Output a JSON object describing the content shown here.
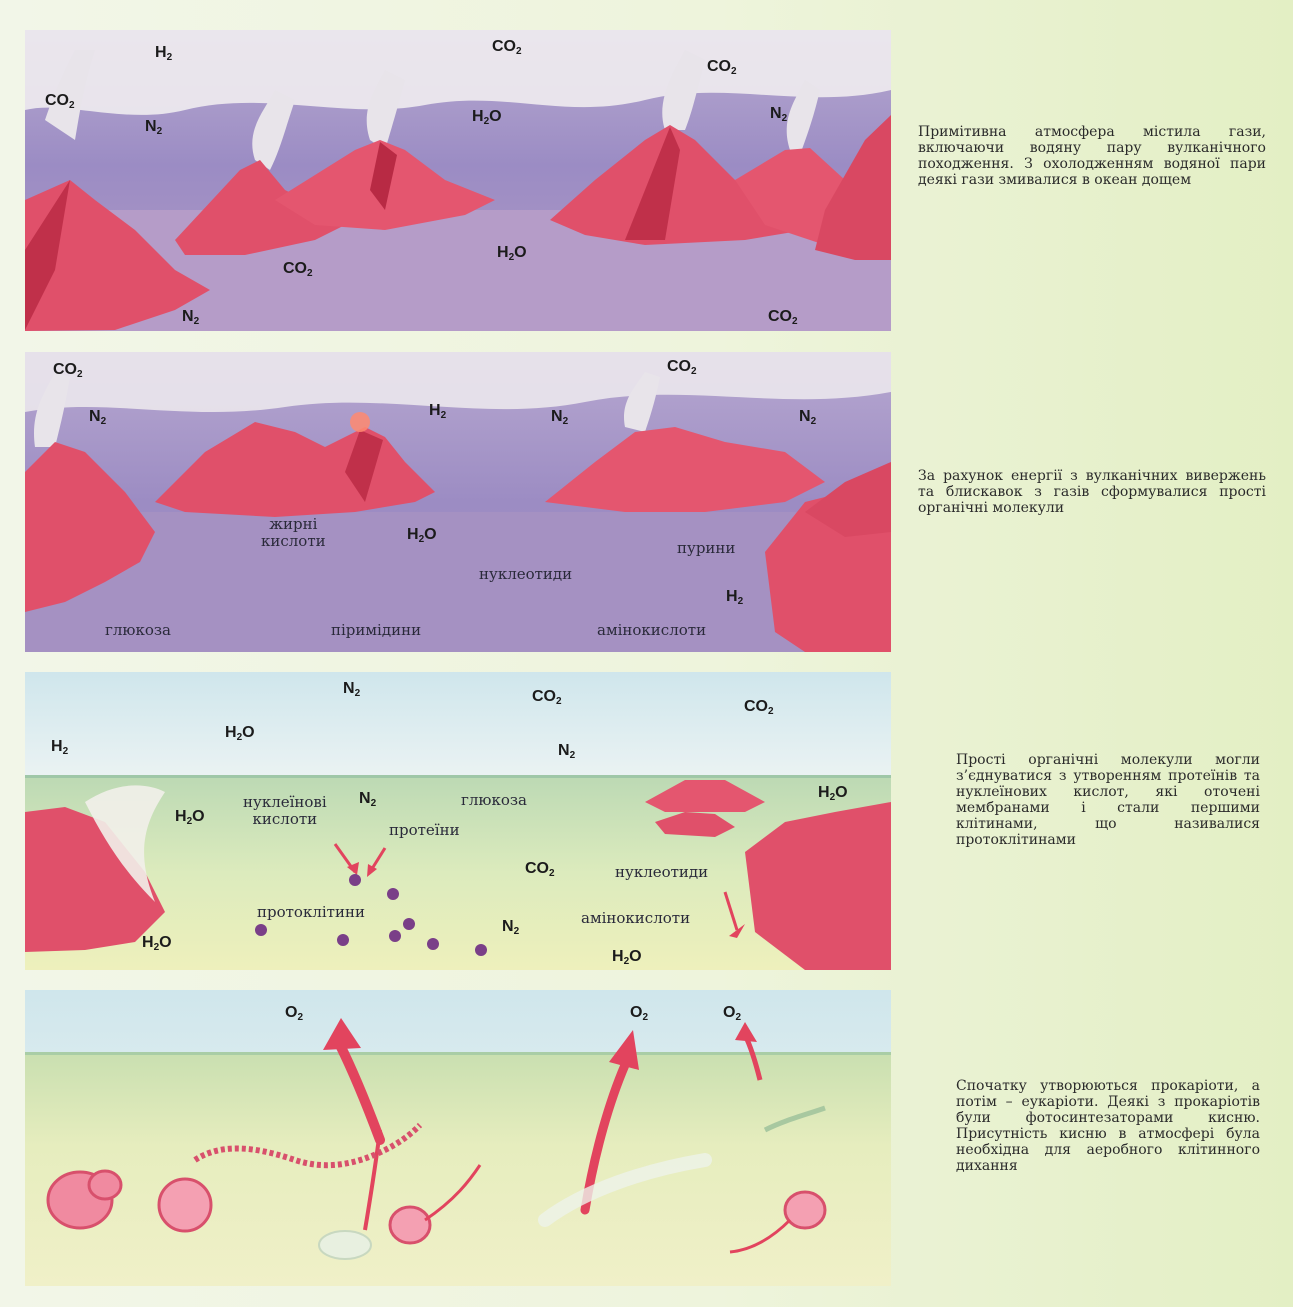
{
  "panels": [
    {
      "labels": {
        "h2": "H",
        "h2_sub": "2",
        "co2_top": "CO",
        "co2_top_sub": "2",
        "co2_left": "CO",
        "co2_left_sub": "2",
        "n2_left": "N",
        "n2_left_sub": "2",
        "h2o_mid": "H",
        "h2o_mid_sub": "2",
        "h2o_mid_o": "O",
        "co2_right": "CO",
        "co2_right_sub": "2",
        "n2_right": "N",
        "n2_right_sub": "2",
        "h2o_sea": "H",
        "h2o_sea_sub": "2",
        "h2o_sea_o": "O",
        "co2_sea": "CO",
        "co2_sea_sub": "2",
        "n2_bottom": "N",
        "n2_bottom_sub": "2",
        "co2_bottom": "CO",
        "co2_bottom_sub": "2"
      },
      "caption": "Примітивна атмосфера містила гази, включаючи водяну пару вулканічного походження. З охолодженням водяної пари деякі гази змивалися в океан дощем"
    },
    {
      "labels": {
        "co2_left": "CO",
        "co2_left_sub": "2",
        "co2_right": "CO",
        "co2_right_sub": "2",
        "n2_left": "N",
        "n2_left_sub": "2",
        "h2_mid": "H",
        "h2_mid_sub": "2",
        "n2_mid": "N",
        "n2_mid_sub": "2",
        "n2_right": "N",
        "n2_right_sub": "2",
        "h2o": "H",
        "h2o_sub": "2",
        "h2o_o": "O",
        "h2_bottom": "H",
        "h2_bottom_sub": "2",
        "fatty_acids_1": "жирні",
        "fatty_acids_2": "кислоти",
        "purines": "пурини",
        "nucleotides": "нуклеотиди",
        "glucose": "глюкоза",
        "pyrimidines": "піримідини",
        "amino_acids": "амінокислоти"
      },
      "caption": "За рахунок енергії з вулканічних вивержень та блискавок з газів сформувалися прості органічні молекули"
    },
    {
      "labels": {
        "n2_top": "N",
        "n2_top_sub": "2",
        "co2_top": "CO",
        "co2_top_sub": "2",
        "co2_right": "CO",
        "co2_right_sub": "2",
        "h2": "H",
        "h2_sub": "2",
        "h2o_top": "H",
        "h2o_top_sub": "2",
        "h2o_top_o": "O",
        "n2_mid": "N",
        "n2_mid_sub": "2",
        "h2o_left": "H",
        "h2o_left_sub": "2",
        "h2o_left_o": "O",
        "n2_water": "N",
        "n2_water_sub": "2",
        "h2o_right": "H",
        "h2o_right_sub": "2",
        "h2o_right_o": "O",
        "co2_water": "CO",
        "co2_water_sub": "2",
        "n2_low": "N",
        "n2_low_sub": "2",
        "h2o_bl": "H",
        "h2o_bl_sub": "2",
        "h2o_bl_o": "O",
        "h2o_bottom": "H",
        "h2o_bottom_sub": "2",
        "h2o_bottom_o": "O",
        "nucleic_1": "нуклеїнові",
        "nucleic_2": "кислоти",
        "glucose": "глюкоза",
        "proteins": "протеїни",
        "nucleotides": "нуклеотиди",
        "protocells": "протоклітини",
        "amino_acids": "амінокислоти"
      },
      "caption": "Прості органічні молекули могли з’єднуватися з утворенням протеїнів та нуклеїнових кислот, які оточені мембранами і стали першими клітинами, що називалися протоклітинами"
    },
    {
      "labels": {
        "o2_left": "O",
        "o2_left_sub": "2",
        "o2_mid": "O",
        "o2_mid_sub": "2",
        "o2_right": "O",
        "o2_right_sub": "2"
      },
      "caption": "Спочатку утворюються прокаріоти, а потім – еукаріоти. Деякі з прокаріотів були фотосинтезаторами кисню. Присутність кисню в атмосфері була необхідна для аеробного клітинного дихання"
    }
  ],
  "colors": {
    "rock": "#e0506a",
    "rock_dark": "#c0304a",
    "sky_purple": "#9f8fc2",
    "sea_purple": "#a68fbe",
    "sky_blue": "#cfe6ec",
    "sea_green": "#c9dfb0",
    "sand": "#eef0bc",
    "arrow": "#e2445e"
  }
}
